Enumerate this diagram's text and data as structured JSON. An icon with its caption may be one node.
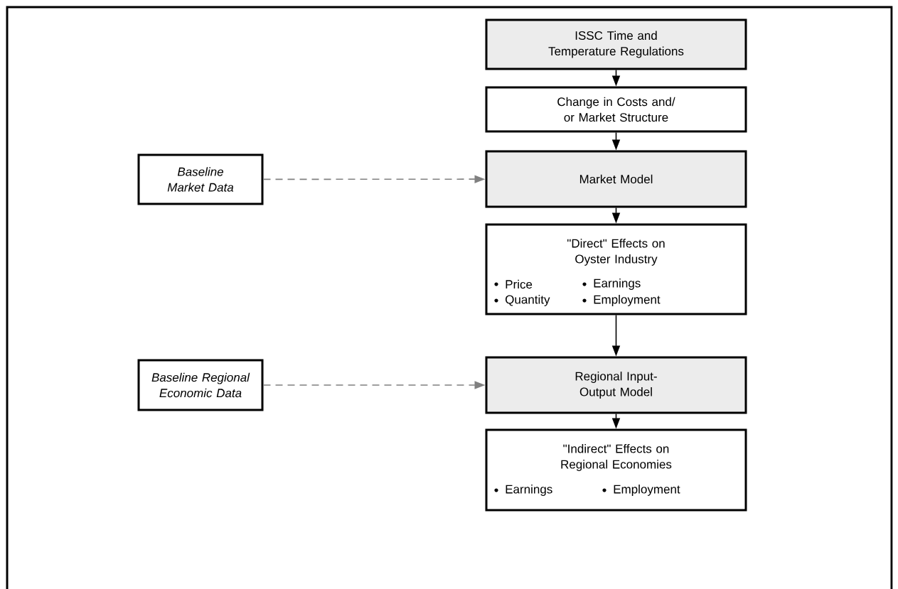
{
  "diagram": {
    "nodes": [
      {
        "text": [
          "ISSC Time and Temperature Regulations"
        ]
      },
      {
        "text": [
          "Change in Costs and/ or Market Structure"
        ]
      },
      {
        "text": [
          "Baseline Market Data"
        ]
      },
      {
        "text": [
          "Market Model"
        ]
      },
      {
        "text": [
          "\"Direct\" Effects on Oyster Industry",
          "Price",
          "Earnings",
          "Quantity",
          "Employment"
        ]
      },
      {
        "text": [
          "Baseline Regional Economic Data"
        ]
      },
      {
        "text": [
          "Regional Input-Output Model"
        ]
      },
      {
        "text": [
          "\"Indirect\" Effects on Regional Economies",
          "Earnings",
          "Employment"
        ]
      }
    ],
    "edges": [
      {
        "from": 0,
        "to": 1,
        "arrow": "to"
      },
      {
        "from": 1,
        "to": 3,
        "arrow": "to"
      },
      {
        "from": 2,
        "to": 3,
        "arrow": "to",
        "style": "dashed",
        "color": "#808080"
      },
      {
        "from": 3,
        "to": 4,
        "arrow": "to"
      },
      {
        "from": 4,
        "to": 6,
        "arrow": "to"
      },
      {
        "from": 5,
        "to": 6,
        "arrow": "to",
        "style": "dashed",
        "color": "#808080"
      },
      {
        "from": 6,
        "to": 7,
        "arrow": "to"
      }
    ]
  }
}
